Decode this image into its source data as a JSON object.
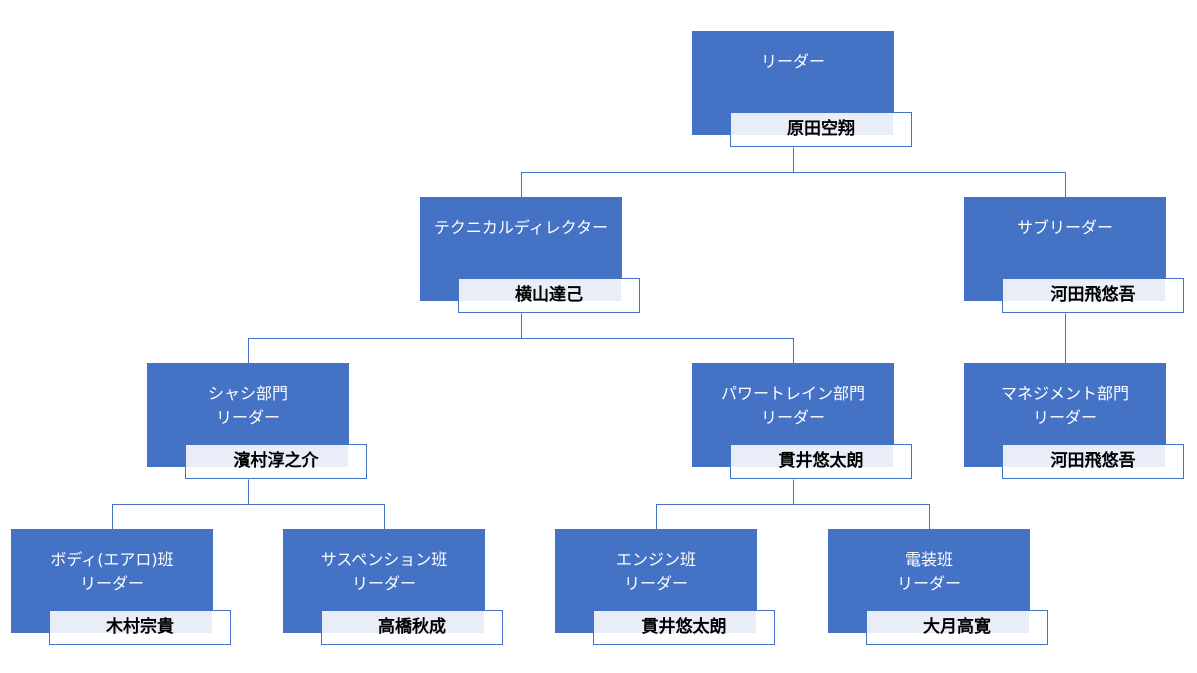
{
  "org_chart": {
    "nodes": [
      {
        "id": "leader",
        "role": [
          "リーダー"
        ],
        "name": "原田空翔"
      },
      {
        "id": "technical-director",
        "role": [
          "テクニカルディレクター"
        ],
        "name": "横山達己"
      },
      {
        "id": "sub-leader",
        "role": [
          "サブリーダー"
        ],
        "name": "河田飛悠吾"
      },
      {
        "id": "chassis-dept",
        "role": [
          "シャシ部門",
          "リーダー"
        ],
        "name": "濱村淳之介"
      },
      {
        "id": "powertrain-dept",
        "role": [
          "パワートレイン部門",
          "リーダー"
        ],
        "name": "貫井悠太朗"
      },
      {
        "id": "management-dept",
        "role": [
          "マネジメント部門",
          "リーダー"
        ],
        "name": "河田飛悠吾"
      },
      {
        "id": "body-aero-team",
        "role": [
          "ボディ(エアロ)班",
          "リーダー"
        ],
        "name": "木村宗貴"
      },
      {
        "id": "suspension-team",
        "role": [
          "サスペンション班",
          "リーダー"
        ],
        "name": "高橋秋成"
      },
      {
        "id": "engine-team",
        "role": [
          "エンジン班",
          "リーダー"
        ],
        "name": "貫井悠太朗"
      },
      {
        "id": "electrical-team",
        "role": [
          "電装班",
          "リーダー"
        ],
        "name": "大月高寛"
      }
    ],
    "edges": [
      [
        "leader",
        "technical-director"
      ],
      [
        "leader",
        "sub-leader"
      ],
      [
        "technical-director",
        "chassis-dept"
      ],
      [
        "technical-director",
        "powertrain-dept"
      ],
      [
        "sub-leader",
        "management-dept"
      ],
      [
        "chassis-dept",
        "body-aero-team"
      ],
      [
        "chassis-dept",
        "suspension-team"
      ],
      [
        "powertrain-dept",
        "engine-team"
      ],
      [
        "powertrain-dept",
        "electrical-team"
      ]
    ],
    "colors": {
      "role_box": "#4472c4",
      "role_text": "#ffffff",
      "name_border": "#4472c4",
      "name_text": "#000000",
      "connector": "#4472c4"
    }
  }
}
